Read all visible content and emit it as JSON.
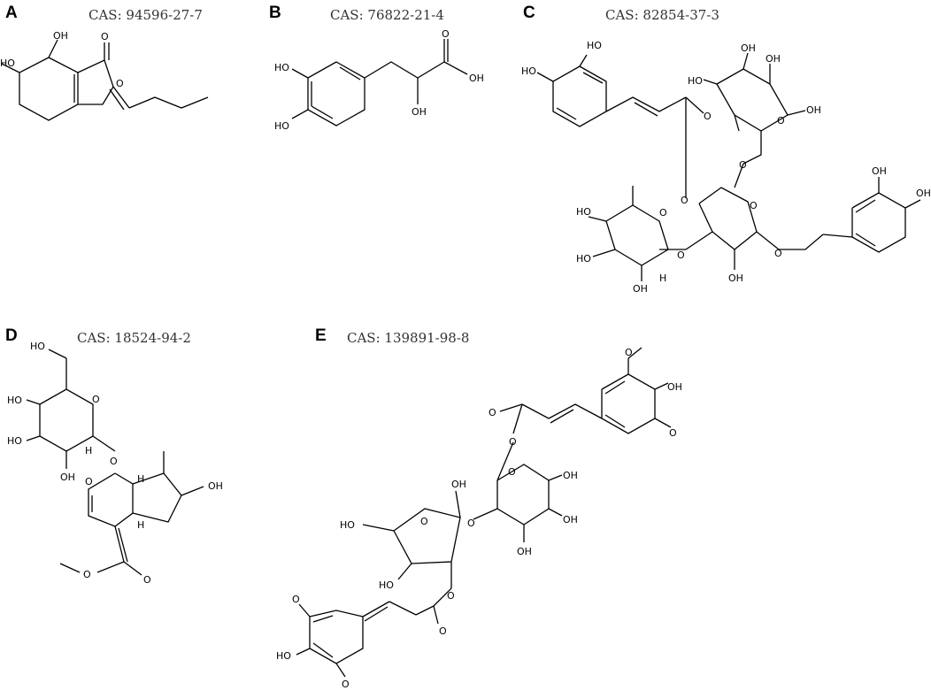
{
  "panels": [
    {
      "id": "A",
      "letter": "A",
      "cas": "CAS: 94596-27-7",
      "labels": {
        "oh1": "OH",
        "oh2": "HO",
        "o_carbonyl": "O",
        "o_ring": "O"
      }
    },
    {
      "id": "B",
      "letter": "B",
      "cas": "CAS: 76822-21-4",
      "labels": {
        "oh1": "HO",
        "oh2": "HO",
        "o_carbonyl": "O",
        "oh_acid": "OH",
        "oh_alpha": "OH"
      }
    },
    {
      "id": "C",
      "letter": "C",
      "cas": "CAS: 82854-37-3",
      "labels": {
        "caf_oh1": "HO",
        "caf_oh2": "HO",
        "ester_o": "O",
        "link_o": "O",
        "glc_oh1": "HO",
        "glc_oh2": "OH",
        "glc_oh3": "OH",
        "glc_oh4": "OH",
        "glc_o": "O",
        "glc_o6": "O",
        "cen_o": "O",
        "cen_o2": "O",
        "cen_oh": "OH",
        "rha_o": "O",
        "rha_oh1": "HO",
        "rha_oh2": "HO",
        "rha_oh3": "OH",
        "rha_h": "H",
        "rha_link": "O",
        "ph_oh1": "OH",
        "ph_oh2": "OH"
      }
    },
    {
      "id": "D",
      "letter": "D",
      "cas": "CAS: 18524-94-2",
      "labels": {
        "oh_ch2": "HO",
        "o_ring": "O",
        "oh1": "HO",
        "oh2": "HO",
        "oh3": "OH",
        "h1": "H",
        "o_gly": "O",
        "o_pyran": "O",
        "h2": "H",
        "h3": "H",
        "oh_cp": "OH",
        "ester_o": "O",
        "ester_o2": "O"
      }
    },
    {
      "id": "E",
      "letter": "E",
      "cas": "CAS: 139891-98-8",
      "labels": {
        "ome1": "O",
        "ome2": "O",
        "oh_top": "OH",
        "ester_o1": "O",
        "ester_o2": "O",
        "fru_oh": "OH",
        "fru_o": "O",
        "fru_ho": "HO",
        "fru_oh2": "HO",
        "link_o": "O",
        "glc_o": "O",
        "glc_oh1": "OH",
        "glc_oh2": "OH",
        "glc_oh3": "OH",
        "est_o3": "O",
        "est_o4": "O",
        "ome3": "O",
        "ome4": "O",
        "oh_bot": "HO"
      }
    }
  ]
}
